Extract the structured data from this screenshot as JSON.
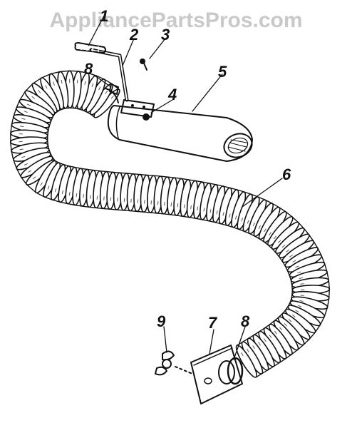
{
  "watermark": "AppliancePartsPros.com",
  "callouts": [
    {
      "id": "callout-1",
      "text": "1"
    },
    {
      "id": "callout-2",
      "text": "2"
    },
    {
      "id": "callout-3",
      "text": "3"
    },
    {
      "id": "callout-4",
      "text": "4"
    },
    {
      "id": "callout-5",
      "text": "5"
    },
    {
      "id": "callout-6",
      "text": "6"
    },
    {
      "id": "callout-7",
      "text": "7"
    },
    {
      "id": "callout-8a",
      "text": "8"
    },
    {
      "id": "callout-8b",
      "text": "8"
    },
    {
      "id": "callout-9",
      "text": "9"
    }
  ],
  "colors": {
    "ink": "#111111",
    "watermark": "#c9c9c9",
    "background": "#ffffff"
  }
}
